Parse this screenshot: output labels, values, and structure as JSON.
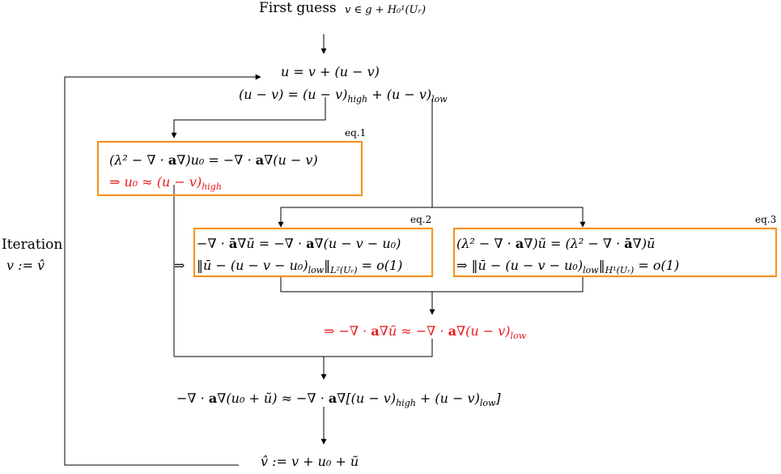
{
  "colors": {
    "box_border": "#f7931e",
    "highlight_text": "#e8191a",
    "line": "#000000"
  },
  "first_guess": {
    "label": "First guess",
    "formula": "v ∈ g + H₀¹(Uᵣ)"
  },
  "decomposition": {
    "line1": "u = v + (u − v)",
    "line2_pre": "(u − v) = (u − v)",
    "line2_sub1": "high",
    "line2_mid": " + (u − v)",
    "line2_sub2": "low"
  },
  "eq1": {
    "tag": "eq.1",
    "line1_pre": "(λ² − ∇ · ",
    "line1_bold1": "a",
    "line1_mid": "∇)u₀ = −∇ · ",
    "line1_bold2": "a",
    "line1_post": "∇(u − v)",
    "line2_pre": "⇒ u₀ ≈ (u − v)",
    "line2_sub": "high"
  },
  "eq2": {
    "tag": "eq.2",
    "line1_pre": "−∇ · ",
    "line1_bold1": "ā",
    "line1_mid": "∇ũ = −∇ · ",
    "line1_bold2": "a",
    "line1_post": "∇(u − v − u₀)",
    "line2_pre": "‖ū − (u − v − u₀)",
    "line2_sub1": "low",
    "line2_mid": "‖",
    "line2_sub2": "L²(Uᵣ)",
    "line2_post": " = o(1)",
    "arrow": "⇒"
  },
  "eq3": {
    "tag": "eq.3",
    "line1_pre": "(λ² − ∇ · ",
    "line1_bold1": "a",
    "line1_mid": "∇)ũ = (λ² − ∇ · ",
    "line1_bold2": "ā",
    "line1_post": "∇)ū",
    "line2_pre": "⇒ ‖ū − (u − v − u₀)",
    "line2_sub1": "low",
    "line2_mid": "‖",
    "line2_sub2": "H¹(Uᵣ)",
    "line2_post": " = o(1)"
  },
  "approx_low": {
    "pre": "⇒ −∇ · ",
    "bold1": "a",
    "mid": "∇ũ ≈ −∇ · ",
    "bold2": "a",
    "post": "∇(u − v)",
    "sub": "low"
  },
  "combined": {
    "pre": "−∇ · ",
    "bold1": "a",
    "mid": "∇(u₀ + ũ) ≈ −∇ · ",
    "bold2": "a",
    "mid2": "∇[(u − v)",
    "sub1": "high",
    "mid3": " + (u − v)",
    "sub2": "low",
    "post": "]"
  },
  "update": {
    "text": "v̂ := v + u₀ + ũ"
  },
  "iteration": {
    "label": "Iteration",
    "assign": "v := v̂"
  }
}
